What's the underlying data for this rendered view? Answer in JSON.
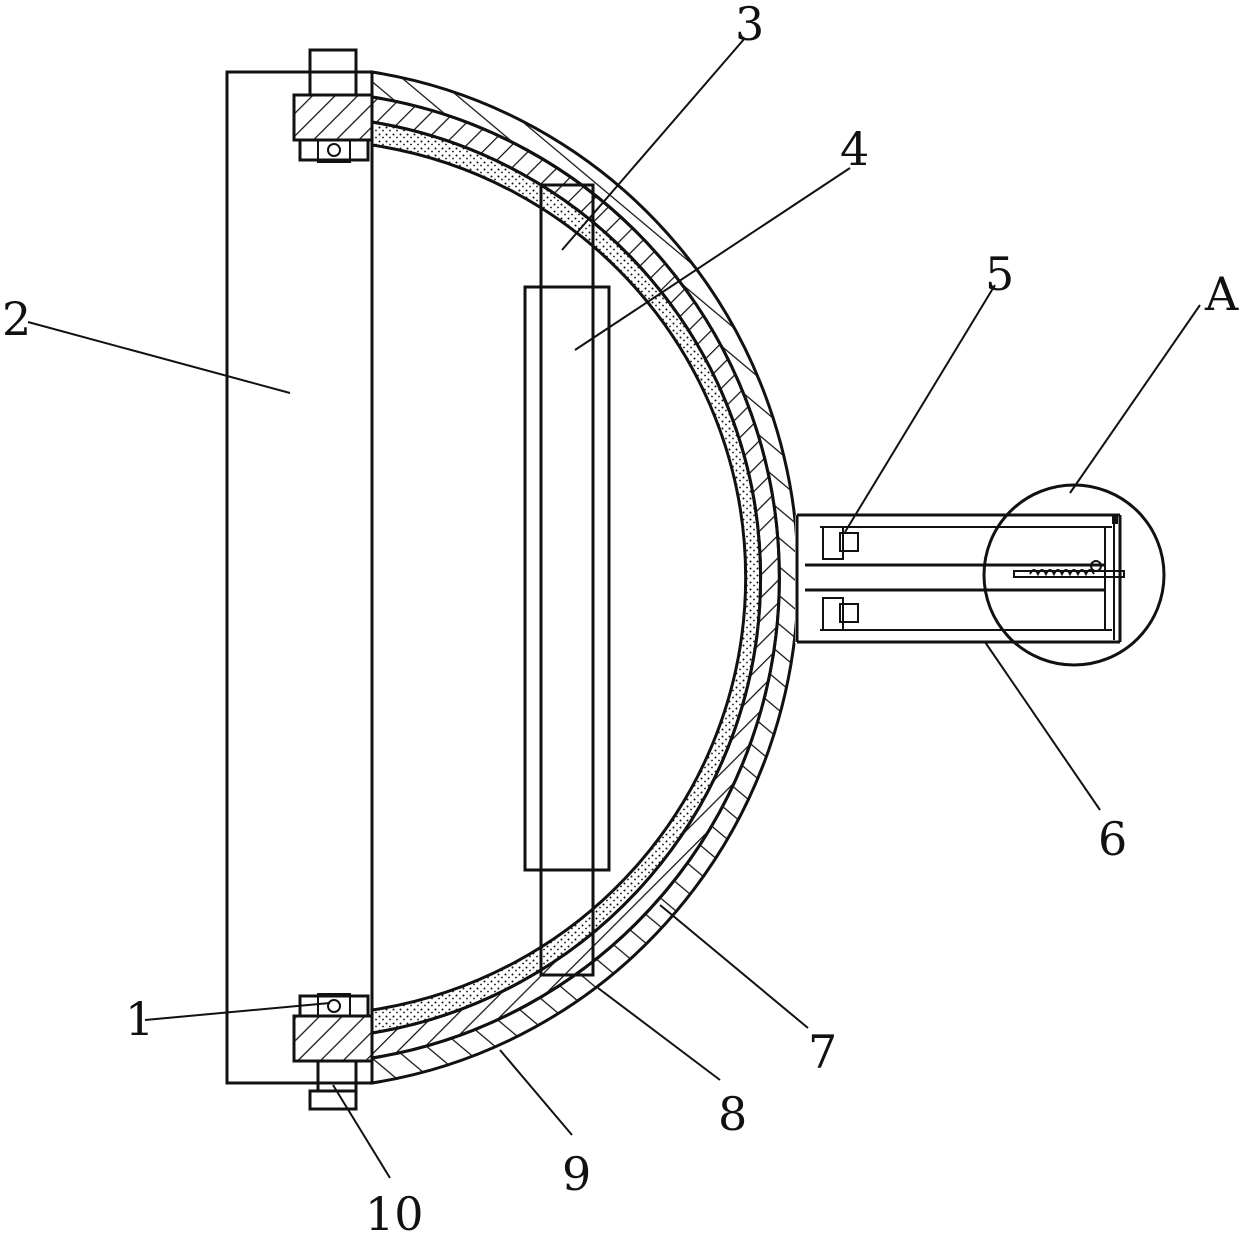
{
  "figure": {
    "labels": {
      "l1": "1",
      "l2": "2",
      "l3": "3",
      "l4": "4",
      "l5": "5",
      "l6": "6",
      "l7": "7",
      "l8": "8",
      "l9": "9",
      "l10": "10",
      "lA": "A"
    },
    "colors": {
      "line": "#111111",
      "background": "#ffffff"
    }
  }
}
